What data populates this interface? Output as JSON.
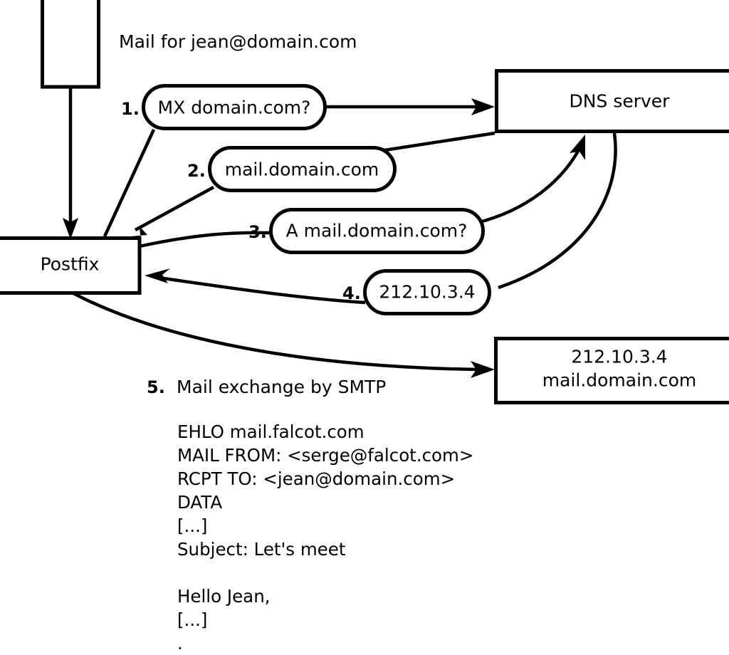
{
  "diagram": {
    "title_caption": "Mail for jean@domain.com",
    "nodes": {
      "client": {
        "label": ""
      },
      "postfix": {
        "label": "Postfix"
      },
      "dns_server": {
        "label": "DNS server"
      },
      "mail_server": {
        "line1": "212.10.3.4",
        "line2": "mail.domain.com"
      }
    },
    "steps": [
      {
        "number": "1.",
        "text": "MX domain.com?"
      },
      {
        "number": "2.",
        "text": "mail.domain.com"
      },
      {
        "number": "3.",
        "text": "A mail.domain.com?"
      },
      {
        "number": "4.",
        "text": "212.10.3.4"
      }
    ],
    "step5": {
      "number": "5.",
      "text": "Mail exchange by SMTP"
    },
    "smtp_transcript": [
      "EHLO mail.falcot.com",
      "MAIL FROM: <serge@falcot.com>",
      "RCPT TO: <jean@domain.com>",
      "DATA",
      "[...]",
      "Subject: Let's meet",
      "",
      "Hello Jean,",
      "[...]",
      "."
    ],
    "colors": {
      "stroke": "#000000",
      "fill": "#ffffff",
      "text": "#000000"
    }
  }
}
